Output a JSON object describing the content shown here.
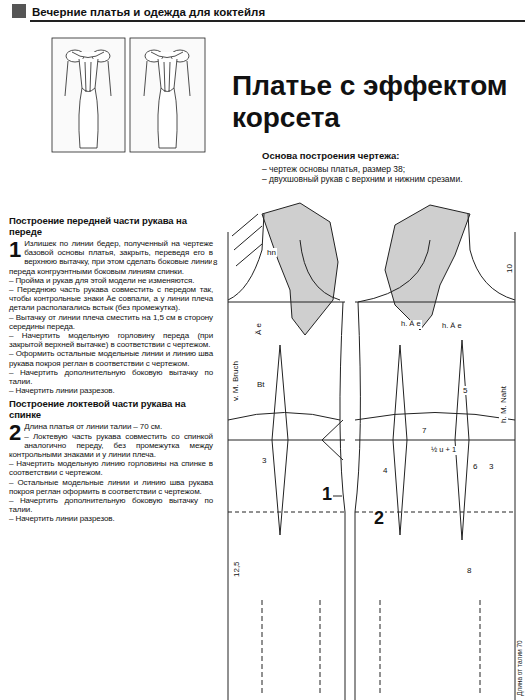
{
  "diagram": {
    "title": "Платье с эффектом корсета",
    "labels": [
      "Вечерние платья и одежда для коктейля",
      "Основа построения чертежа:",
      "– чертеж основы платья, размер 38;",
      "– двухшовный рукав с верхним и нижним срезами.",
      "Построение передней части рукава на переде",
      "1",
      "Излишек по линии бедер, полученный на чертеже базовой основы платья, закрыть, переведя его в верхнюю вытачку, при этом сделать боковые линии переда конгруэнтными боковым линиям спинки.",
      "– Пройма и рукав для этой модели не изменяются.",
      "– Переднюю часть рукава совместить с передом так, чтобы контрольные знаки Äe совпали, а у линии плеча детали располагались встык (без промежутка).",
      "– Вытачку от линии плеча сместить на 1,5 см в сторону середины переда.",
      "– Начертить модельную горловину переда (при закрытой верхней вытачке) в соответствии с чертежом.",
      "– Оформить остальные модельные линии и линию шва рукава покроя реглан в соответствии с чертежом.",
      "– Начертить дополнительную боковую вытачку по талии.",
      "– Начертить линии разрезов.",
      "Построение локтевой части рукава на спинке",
      "2",
      "Длина платья от линии талии – 70 см.",
      "– Локтевую часть рукава совместить со спинкой аналогично переду, без промежутка между контрольными знаками и у линии плеча.",
      "– Начертить модельную линию горловины на спинке в соответствии с чертежом.",
      "– Остальные модельные линии и линию шва рукава покроя реглан оформить в соответствии с чертежом.",
      "– Начертить дополнительную боковую вытачку по талии.",
      "– Начертить линии разрезов.",
      "8",
      "hn",
      "Ä e",
      "Bt",
      "v. M. Bruch",
      "3",
      "12,5",
      "1",
      "2",
      "h. Ä e",
      "h. Ä e",
      "10",
      "5",
      "7",
      "½ u + 1",
      "6",
      "4",
      "3",
      "h. M. Naht",
      "8",
      "Длина от талии 70"
    ]
  }
}
